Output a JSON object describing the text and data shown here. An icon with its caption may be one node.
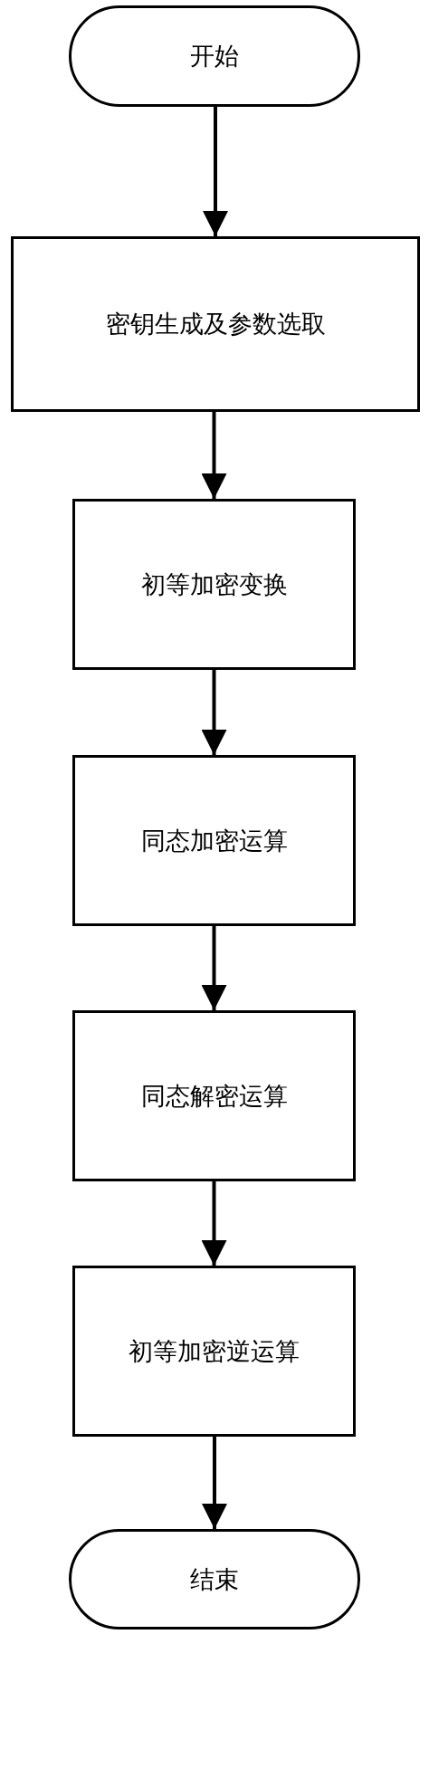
{
  "diagram": {
    "nodes": [
      {
        "text": [
          "开始"
        ]
      },
      {
        "text": [
          "密钥生成及参数选取"
        ]
      },
      {
        "text": [
          "初等加密变换"
        ]
      },
      {
        "text": [
          "同态加密运算"
        ]
      },
      {
        "text": [
          "同态解密运算"
        ]
      },
      {
        "text": [
          "初等加密逆运算"
        ]
      },
      {
        "text": [
          "结束"
        ]
      }
    ],
    "edges": [
      {
        "from": 0,
        "to": 1,
        "arrow": "to"
      },
      {
        "from": 1,
        "to": 2,
        "arrow": "to"
      },
      {
        "from": 2,
        "to": 3,
        "arrow": "to"
      },
      {
        "from": 3,
        "to": 4,
        "arrow": "to"
      },
      {
        "from": 4,
        "to": 5,
        "arrow": "to"
      },
      {
        "from": 5,
        "to": 6,
        "arrow": "to"
      }
    ]
  }
}
